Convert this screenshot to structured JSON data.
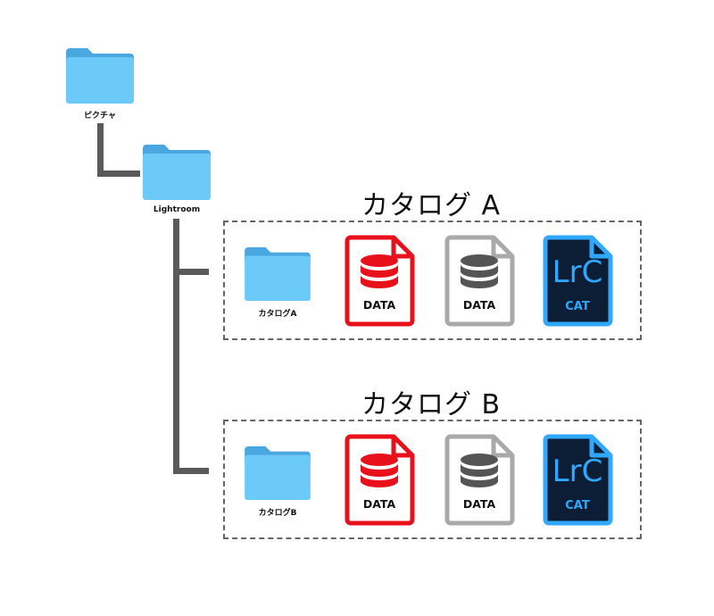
{
  "folders": {
    "root": "ピクチャ",
    "lightroom": "Lightroom"
  },
  "groups": [
    {
      "title": "カタログ A",
      "folder_label": "カタログA",
      "data_red_label": "DATA",
      "data_gray_label": "DATA",
      "lrc_title": "LrC",
      "lrc_sub": "CAT"
    },
    {
      "title": "カタログ B",
      "folder_label": "カタログB",
      "data_red_label": "DATA",
      "data_gray_label": "DATA",
      "lrc_title": "LrC",
      "lrc_sub": "CAT"
    }
  ],
  "colors": {
    "folder_front": "#6ccaf8",
    "folder_back": "#4ba7e0",
    "data_red": "#e8101a",
    "data_gray": "#a9a9a9",
    "db_dark": "#555555",
    "lrc_bg": "#0b1e36",
    "lrc_accent": "#31a8ff",
    "connector": "#5a5a5a"
  }
}
